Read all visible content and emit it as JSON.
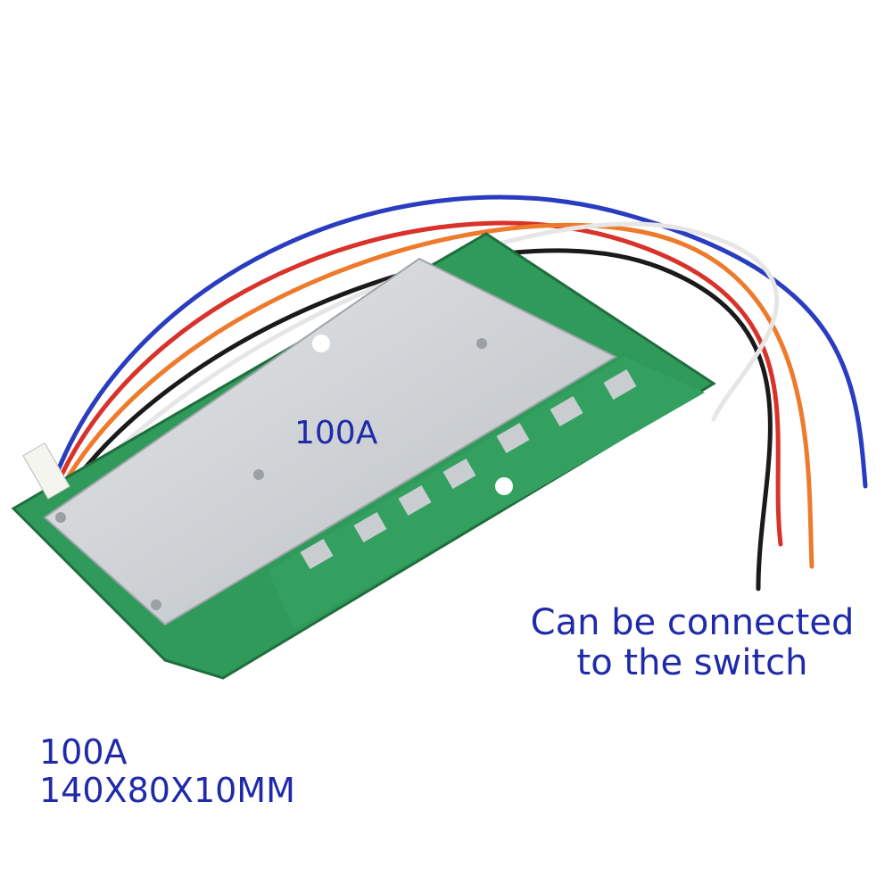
{
  "product": {
    "plate_label": "100A",
    "switch_note_line1": "Can be connected",
    "switch_note_line2": "to the switch",
    "spec_current": "100A",
    "spec_dimensions": "140X80X10MM"
  },
  "colors": {
    "text": "#1f2aa8",
    "pcb": "#2f9a5a",
    "plate": "#cfd3d6",
    "wire_blue": "#2a3cc0",
    "wire_red": "#d8322a",
    "wire_orange": "#ee7a2c",
    "wire_black": "#1a1a1a",
    "wire_white": "#f2f2f2"
  }
}
